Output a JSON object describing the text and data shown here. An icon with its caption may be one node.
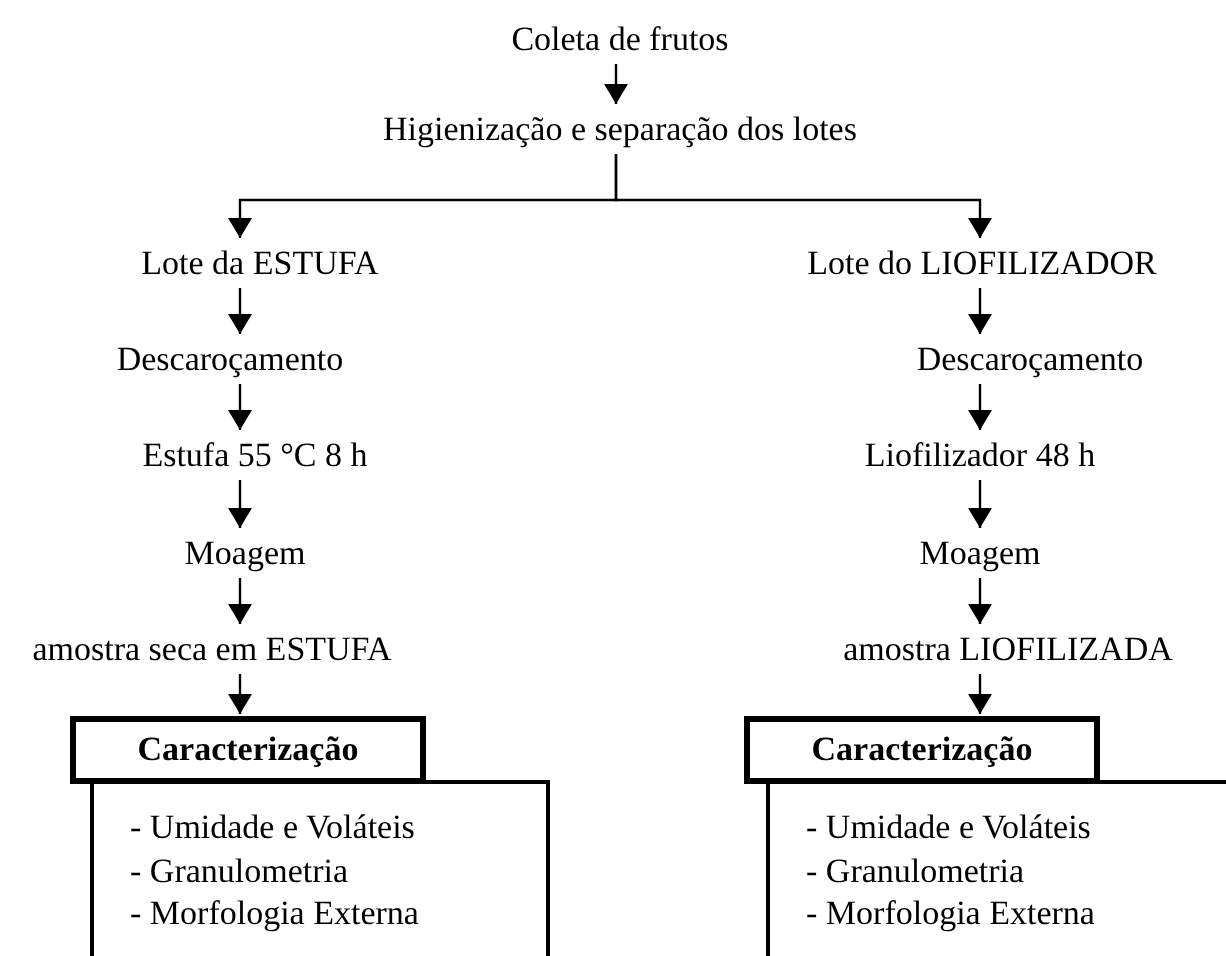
{
  "diagram": {
    "nodes": [
      {
        "text": [
          "Coleta de frutos"
        ]
      },
      {
        "text": [
          "Higienização e separação dos lotes"
        ]
      },
      {
        "text": [
          "Lote da ESTUFA"
        ]
      },
      {
        "text": [
          "Descaroçamento"
        ]
      },
      {
        "text": [
          "Estufa 55 °C 8 h"
        ]
      },
      {
        "text": [
          "Moagem"
        ]
      },
      {
        "text": [
          "amostra seca em ESTUFA"
        ]
      },
      {
        "text": [
          "Caracterização"
        ]
      },
      {
        "text": [
          "- Umidade e Voláteis",
          "- Granulometria",
          "- Morfologia Externa"
        ]
      },
      {
        "text": [
          "Lote do LIOFILIZADOR"
        ]
      },
      {
        "text": [
          "Descaroçamento"
        ]
      },
      {
        "text": [
          "Liofilizador 48 h"
        ]
      },
      {
        "text": [
          "Moagem"
        ]
      },
      {
        "text": [
          "amostra LIOFILIZADA"
        ]
      },
      {
        "text": [
          "Caracterização"
        ]
      },
      {
        "text": [
          "- Umidade e Voláteis",
          "- Granulometria",
          "- Morfologia Externa"
        ]
      }
    ],
    "edges": [
      {
        "from": 0,
        "to": 1,
        "arrow": "to"
      },
      {
        "from": 1,
        "to": 2,
        "arrow": "to"
      },
      {
        "from": 1,
        "to": 9,
        "arrow": "to"
      },
      {
        "from": 2,
        "to": 3,
        "arrow": "to"
      },
      {
        "from": 3,
        "to": 4,
        "arrow": "to"
      },
      {
        "from": 4,
        "to": 5,
        "arrow": "to"
      },
      {
        "from": 5,
        "to": 6,
        "arrow": "to"
      },
      {
        "from": 6,
        "to": 7,
        "arrow": "to"
      },
      {
        "from": 9,
        "to": 10,
        "arrow": "to"
      },
      {
        "from": 10,
        "to": 11,
        "arrow": "to"
      },
      {
        "from": 11,
        "to": 12,
        "arrow": "to"
      },
      {
        "from": 12,
        "to": 13,
        "arrow": "to"
      },
      {
        "from": 13,
        "to": 14,
        "arrow": "to"
      }
    ]
  }
}
